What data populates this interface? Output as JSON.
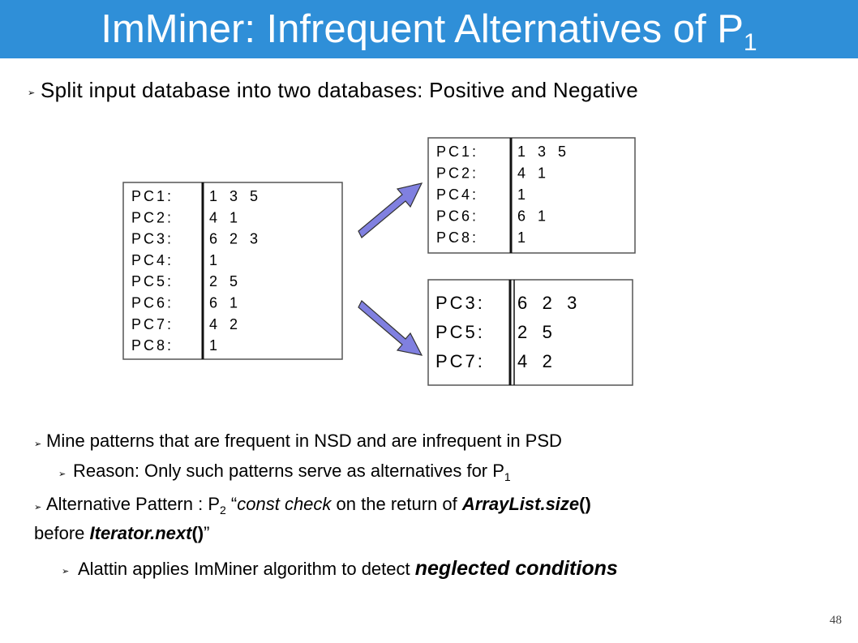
{
  "title": {
    "main": "ImMiner: Infrequent Alternatives of P",
    "sub": "1"
  },
  "bullets": {
    "split": "Split input database into two databases: Positive and Negative",
    "mine": "Mine patterns that are frequent in NSD and are infrequent in PSD",
    "reason_text": "Reason: Only such patterns serve as alternatives for P",
    "reason_sub": "1",
    "alt_prefix": "Alternative Pattern : P",
    "alt_sub": "2",
    "alt_quote_open": " “",
    "alt_italic1": "const check",
    "alt_mid": " on the return of ",
    "alt_bold1": "ArrayList.size",
    "alt_paren1": "()",
    "alt_line2_prefix": "before ",
    "alt_bold2": "Iterator.next",
    "alt_paren2": "()",
    "alt_quote_close": "”",
    "alattin": "Alattin applies ImMiner algorithm to detect ",
    "alattin_emph": "neglected conditions"
  },
  "databases": {
    "input": {
      "ids": [
        "PC1:",
        "PC2:",
        "PC3:",
        "PC4:",
        "PC5:",
        "PC6:",
        "PC7:",
        "PC8:"
      ],
      "items": [
        "1   3   5",
        "4   1",
        "6   2   3",
        "1",
        "2   5",
        "6   1",
        "4   2",
        "1"
      ]
    },
    "positive": {
      "ids": [
        "PC1:",
        "PC2:",
        "PC4:",
        "PC6:",
        "PC8:"
      ],
      "items": [
        "1   3   5",
        "4   1",
        "1",
        "6   1",
        "1"
      ]
    },
    "negative": {
      "ids": [
        "PC3:",
        "PC5:",
        "PC7:"
      ],
      "items": [
        "6   2   3",
        "2   5",
        "4   2"
      ]
    }
  },
  "arrow_color": "#8080e0",
  "page_number": "48"
}
